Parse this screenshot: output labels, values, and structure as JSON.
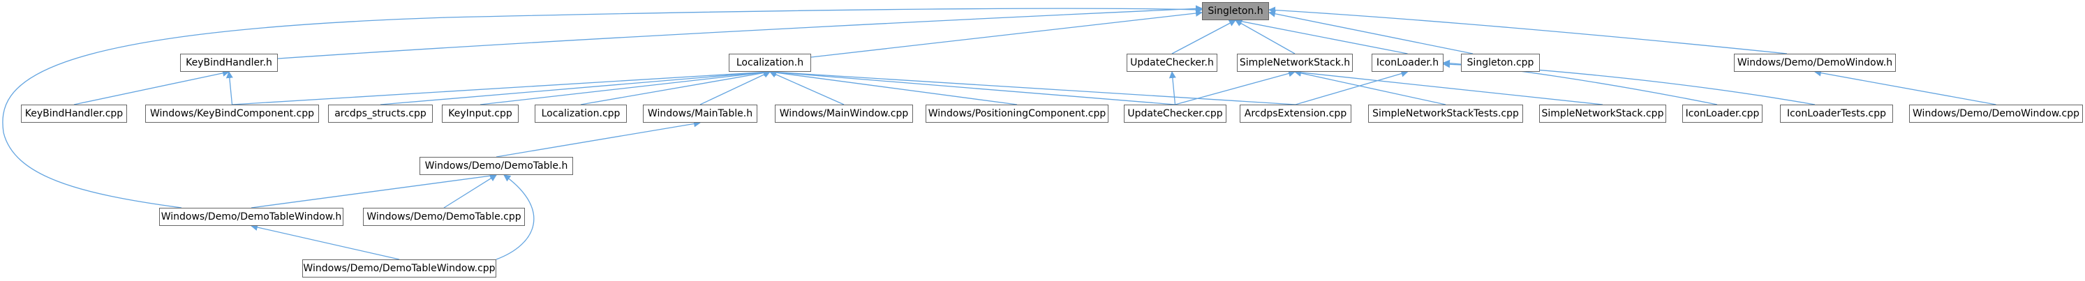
{
  "graph": {
    "edge_color": "#63a4e0",
    "node_border": "#666666",
    "root_fill": "#999999",
    "nodes": [
      {
        "id": "singleton_h",
        "label": "Singleton.h",
        "root": true
      },
      {
        "id": "keybindhandler_h",
        "label": "KeyBindHandler.h"
      },
      {
        "id": "localization_h",
        "label": "Localization.h"
      },
      {
        "id": "updatechecker_h",
        "label": "UpdateChecker.h"
      },
      {
        "id": "simplenetworkstack_h",
        "label": "SimpleNetworkStack.h"
      },
      {
        "id": "iconloader_h",
        "label": "IconLoader.h"
      },
      {
        "id": "singleton_cpp",
        "label": "Singleton.cpp"
      },
      {
        "id": "demowindow_h",
        "label": "Windows/Demo/DemoWindow.h"
      },
      {
        "id": "keybindhandler_cpp",
        "label": "KeyBindHandler.cpp"
      },
      {
        "id": "keybindcomponent_cpp",
        "label": "Windows/KeyBindComponent.cpp"
      },
      {
        "id": "arcdps_structs_cpp",
        "label": "arcdps_structs.cpp"
      },
      {
        "id": "keyinput_cpp",
        "label": "KeyInput.cpp"
      },
      {
        "id": "localization_cpp",
        "label": "Localization.cpp"
      },
      {
        "id": "maintable_h",
        "label": "Windows/MainTable.h"
      },
      {
        "id": "mainwindow_cpp",
        "label": "Windows/MainWindow.cpp"
      },
      {
        "id": "positioningcomponent_cpp",
        "label": "Windows/PositioningComponent.cpp"
      },
      {
        "id": "updatechecker_cpp",
        "label": "UpdateChecker.cpp"
      },
      {
        "id": "arcdpsextension_cpp",
        "label": "ArcdpsExtension.cpp"
      },
      {
        "id": "simplenetworkstacktests_cpp",
        "label": "SimpleNetworkStackTests.cpp"
      },
      {
        "id": "simplenetworkstack_cpp",
        "label": "SimpleNetworkStack.cpp"
      },
      {
        "id": "iconloader_cpp",
        "label": "IconLoader.cpp"
      },
      {
        "id": "iconloadertests_cpp",
        "label": "IconLoaderTests.cpp"
      },
      {
        "id": "demowindow_cpp",
        "label": "Windows/Demo/DemoWindow.cpp"
      },
      {
        "id": "demotable_h",
        "label": "Windows/Demo/DemoTable.h"
      },
      {
        "id": "demotablewindow_h",
        "label": "Windows/Demo/DemoTableWindow.h"
      },
      {
        "id": "demotable_cpp",
        "label": "Windows/Demo/DemoTable.cpp"
      },
      {
        "id": "demotablewindow_cpp",
        "label": "Windows/Demo/DemoTableWindow.cpp"
      }
    ],
    "edges": [
      [
        "keybindhandler_h",
        "singleton_h"
      ],
      [
        "localization_h",
        "singleton_h"
      ],
      [
        "updatechecker_h",
        "singleton_h"
      ],
      [
        "simplenetworkstack_h",
        "singleton_h"
      ],
      [
        "iconloader_h",
        "singleton_h"
      ],
      [
        "singleton_cpp",
        "singleton_h"
      ],
      [
        "demowindow_h",
        "singleton_h"
      ],
      [
        "demotablewindow_h",
        "singleton_h"
      ],
      [
        "keybindhandler_cpp",
        "keybindhandler_h"
      ],
      [
        "keybindcomponent_cpp",
        "keybindhandler_h"
      ],
      [
        "keybindcomponent_cpp",
        "localization_h"
      ],
      [
        "arcdps_structs_cpp",
        "localization_h"
      ],
      [
        "keyinput_cpp",
        "localization_h"
      ],
      [
        "localization_cpp",
        "localization_h"
      ],
      [
        "maintable_h",
        "localization_h"
      ],
      [
        "mainwindow_cpp",
        "localization_h"
      ],
      [
        "positioningcomponent_cpp",
        "localization_h"
      ],
      [
        "updatechecker_cpp",
        "localization_h"
      ],
      [
        "arcdpsextension_cpp",
        "localization_h"
      ],
      [
        "updatechecker_cpp",
        "updatechecker_h"
      ],
      [
        "updatechecker_cpp",
        "simplenetworkstack_h"
      ],
      [
        "simplenetworkstacktests_cpp",
        "simplenetworkstack_h"
      ],
      [
        "simplenetworkstack_cpp",
        "simplenetworkstack_h"
      ],
      [
        "arcdpsextension_cpp",
        "iconloader_h"
      ],
      [
        "iconloader_cpp",
        "iconloader_h"
      ],
      [
        "iconloadertests_cpp",
        "iconloader_h"
      ],
      [
        "demowindow_cpp",
        "demowindow_h"
      ],
      [
        "demotable_h",
        "maintable_h"
      ],
      [
        "demotablewindow_h",
        "demotable_h"
      ],
      [
        "demotable_cpp",
        "demotable_h"
      ],
      [
        "demotablewindow_cpp",
        "demotable_h"
      ],
      [
        "demotablewindow_cpp",
        "demotablewindow_h"
      ]
    ]
  }
}
